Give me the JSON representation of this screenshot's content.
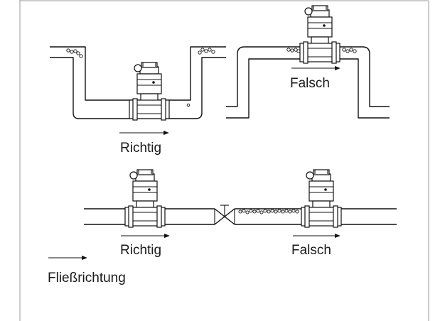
{
  "labels": {
    "top_left": "Richtig",
    "top_right": "Falsch",
    "bottom_left": "Richtig",
    "bottom_right": "Falsch",
    "legend": "Fließrichtung"
  },
  "colors": {
    "line": "#111111",
    "frame": "#999999",
    "background": "#ffffff"
  }
}
